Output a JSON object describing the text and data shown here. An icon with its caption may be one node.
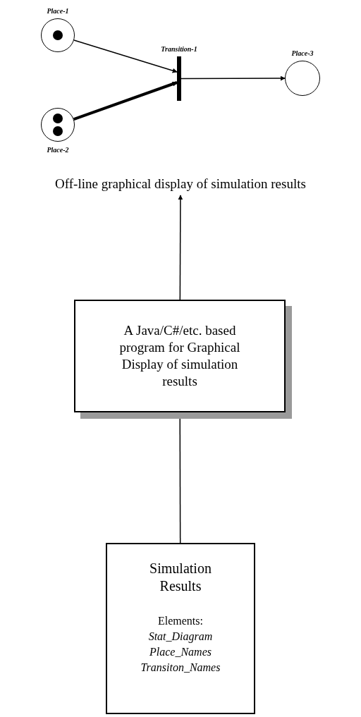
{
  "diagram": {
    "nodes": [
      {
        "text": [],
        "shape": "circle",
        "beside": [
          "Place-1"
        ]
      },
      {
        "text": [],
        "shape": "circle",
        "beside": [
          "Place-2"
        ]
      },
      {
        "text": [],
        "shape": "bar",
        "beside": [
          "Transition-1"
        ]
      },
      {
        "text": [],
        "shape": "circle",
        "beside": [
          "Place-3"
        ]
      },
      {
        "text": [
          "Off-line graphical display of simulation results"
        ]
      },
      {
        "text": [
          "A Java/C#/etc. based program for Graphical Display of simulation results"
        ]
      },
      {
        "text": [
          "Simulation Results",
          "Elements:",
          "Stat_Diagram",
          "Place_Names",
          "Transiton_Names"
        ]
      }
    ],
    "edges": [
      {
        "from": 0,
        "to": 2,
        "arrow": "to"
      },
      {
        "from": 1,
        "to": 2,
        "arrow": "to",
        "style": "thick"
      },
      {
        "from": 2,
        "to": 3,
        "arrow": "to"
      },
      {
        "from": 5,
        "to": 4,
        "arrow": "to"
      },
      {
        "from": 6,
        "to": 5,
        "arrow": "to"
      }
    ]
  }
}
